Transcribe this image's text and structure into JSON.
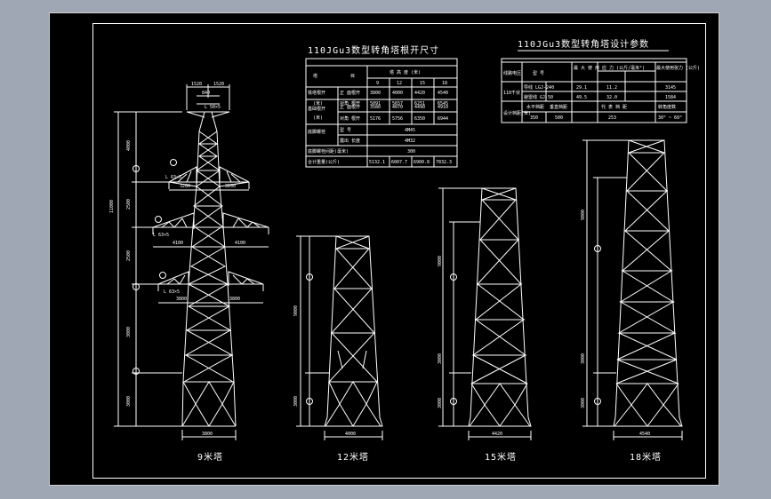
{
  "colors": {
    "background": "#000000",
    "lines": "#ffffff",
    "canvas": "#9ea7b3"
  },
  "titles": {
    "left_table": "110JGu3数型转角塔根开尺寸",
    "right_table": "110JGu3数型转角塔设计参数"
  },
  "left_table": {
    "header": [
      "塔",
      "目",
      "塔 高 度 (米)"
    ],
    "heights": [
      "9",
      "12",
      "15",
      "18"
    ],
    "rows": [
      {
        "group": "铁塔根开",
        "sub": "正 面根开",
        "values": [
          "3800",
          "4000",
          "4420",
          "4540"
        ]
      },
      {
        "group": "(米)",
        "sub": "对角 根开",
        "values": [
          "5091",
          "5657",
          "6251",
          "6545"
        ]
      },
      {
        "group": "基础根开",
        "sub": "正 面根开",
        "values": [
          "3580",
          "4070",
          "4490",
          "4910"
        ]
      },
      {
        "group": "(米)",
        "sub": "对角 根开",
        "values": [
          "5176",
          "5756",
          "6350",
          "6944"
        ]
      },
      {
        "group": "底脚螺栓",
        "sub": "型 号",
        "values": [
          "4M45"
        ]
      },
      {
        "group": "",
        "sub": "露出 长度",
        "values": [
          "4M32"
        ]
      },
      {
        "group": "底脚螺栓间距(毫米)",
        "sub": "",
        "values": [
          "300"
        ]
      },
      {
        "group": "合计重量(公斤)",
        "sub": "",
        "values": [
          "5132.1",
          "6007.7",
          "6900.8",
          "7832.3"
        ]
      }
    ]
  },
  "right_table": {
    "header": [
      "线路电压",
      "型 号",
      "最 大 使 用 应 力 (公斤/毫米²)",
      "最大使用张力 (公斤)"
    ],
    "rows": [
      [
        "110千伏",
        "导线 LGJ-240",
        "29.1",
        "11.2",
        "3145"
      ],
      [
        "",
        "避雷线 GJ-50",
        "49.5",
        "32.0",
        "1584"
      ]
    ],
    "design_row_label": "设计档距(米)",
    "design_sub": [
      "水平档距",
      "垂直档距",
      "代 表 档 距",
      "转角度数"
    ],
    "design_values": [
      "350",
      "500",
      "253",
      "30° ~ 60°"
    ]
  },
  "towers": [
    {
      "label": "9米塔",
      "base": "3800"
    },
    {
      "label": "12米塔",
      "base": "4000"
    },
    {
      "label": "15米塔",
      "base": "4420"
    },
    {
      "label": "18米塔",
      "base": "4540"
    }
  ],
  "dims_9m": {
    "top": [
      "1520",
      "1520"
    ],
    "top_mid": "840",
    "angle_top": "L 50×5",
    "arm1": [
      "3200",
      "3200"
    ],
    "arm1_angle": "L 63×5",
    "arm2": [
      "4100",
      "4100"
    ],
    "arm2_angle": "L 63×5",
    "arm3": [
      "3800",
      "3800"
    ],
    "arm3_angle": "L 63×5",
    "vertical": [
      "4000",
      "2500",
      "2500",
      "3000",
      "3000"
    ],
    "total": "11000"
  },
  "dims_12m": {
    "vertical": [
      "9000",
      "3000"
    ]
  },
  "dims_15m": {
    "vertical": [
      "9000",
      "3000",
      "3000"
    ]
  },
  "dims_18m": {
    "vertical": [
      "9000",
      "3000",
      "3000"
    ]
  }
}
